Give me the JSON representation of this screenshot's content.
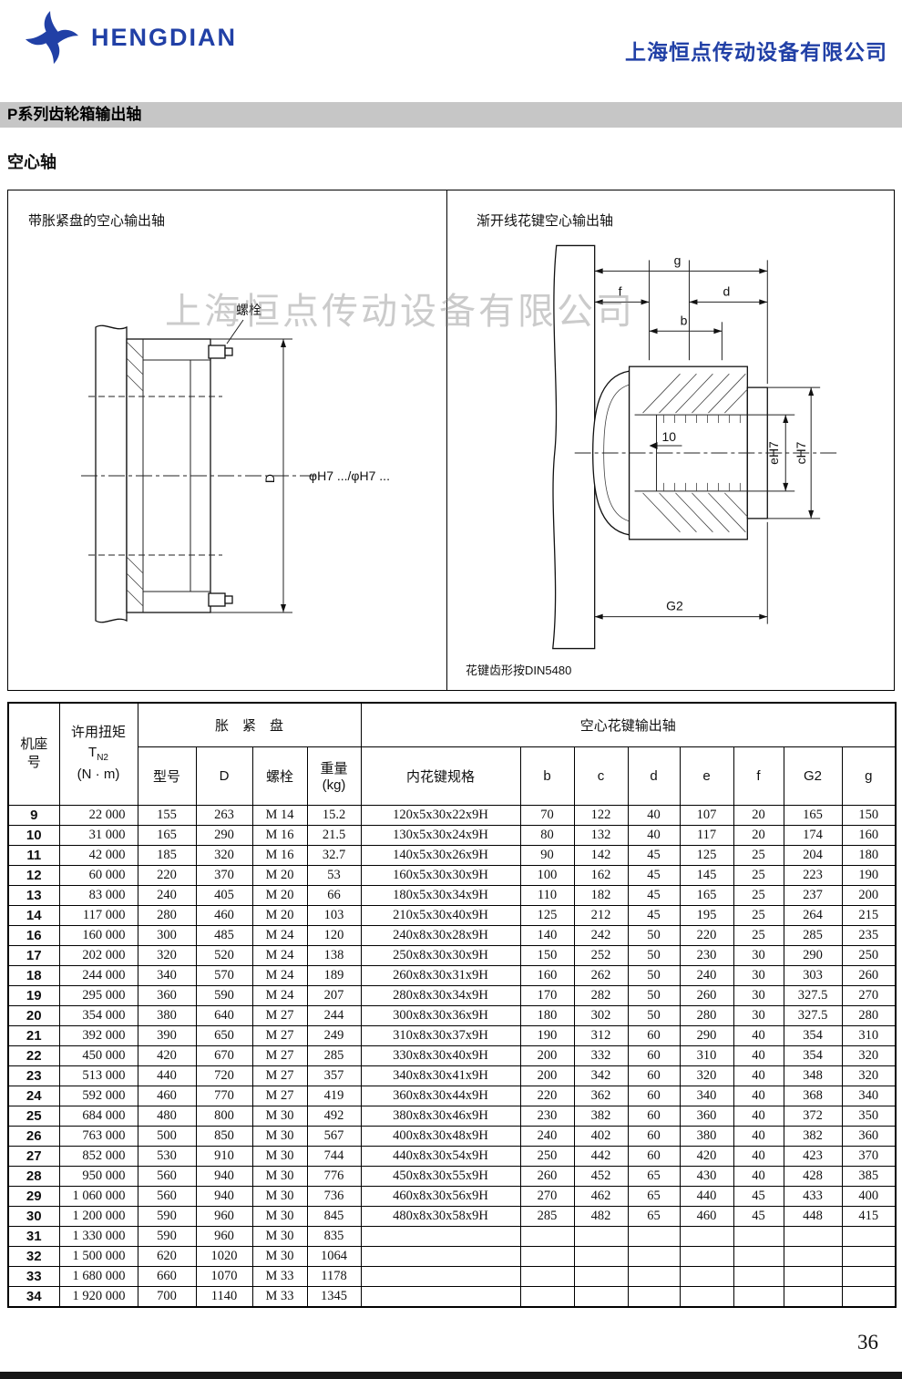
{
  "header": {
    "brand": "HENGDIAN",
    "company": "上海恒点传动设备有限公司"
  },
  "page": {
    "section_title": "P系列齿轮箱输出轴",
    "subtitle": "空心轴",
    "watermark": "上海恒点传动设备有限公司",
    "page_number": "36"
  },
  "drawings": {
    "left": {
      "title": "带胀紧盘的空心输出轴",
      "bolt_label": "螺栓",
      "dim_D": "D",
      "phi_label": "φH7 .../φH7 ..."
    },
    "right": {
      "title": "渐开线花键空心输出轴",
      "dim_g": "g",
      "dim_f": "f",
      "dim_d": "d",
      "dim_b": "b",
      "dim_10": "10",
      "dim_e": "eH7",
      "dim_c": "cH7",
      "dim_G2": "G2",
      "note": "花键齿形按DIN5480"
    }
  },
  "table": {
    "headers": {
      "frame": "机座号",
      "torque_title": "许用扭矩",
      "torque_symbol": "T",
      "torque_symbol_sub": "N2",
      "torque_unit": "(N · m)",
      "shrink_group": "胀　紧　盘",
      "model": "型号",
      "D": "D",
      "bolt": "螺栓",
      "weight": "重量",
      "weight_unit": "(kg)",
      "spline_group": "空心花键输出轴",
      "spline_spec": "内花键规格",
      "b": "b",
      "c": "c",
      "d": "d",
      "e": "e",
      "f": "f",
      "G2": "G2",
      "g": "g"
    },
    "rows": [
      [
        "9",
        "22 000",
        "155",
        "263",
        "M 14",
        "15.2",
        "120x5x30x22x9H",
        "70",
        "122",
        "40",
        "107",
        "20",
        "165",
        "150"
      ],
      [
        "10",
        "31 000",
        "165",
        "290",
        "M 16",
        "21.5",
        "130x5x30x24x9H",
        "80",
        "132",
        "40",
        "117",
        "20",
        "174",
        "160"
      ],
      [
        "11",
        "42 000",
        "185",
        "320",
        "M 16",
        "32.7",
        "140x5x30x26x9H",
        "90",
        "142",
        "45",
        "125",
        "25",
        "204",
        "180"
      ],
      [
        "12",
        "60 000",
        "220",
        "370",
        "M 20",
        "53",
        "160x5x30x30x9H",
        "100",
        "162",
        "45",
        "145",
        "25",
        "223",
        "190"
      ],
      [
        "13",
        "83 000",
        "240",
        "405",
        "M 20",
        "66",
        "180x5x30x34x9H",
        "110",
        "182",
        "45",
        "165",
        "25",
        "237",
        "200"
      ],
      [
        "14",
        "117 000",
        "280",
        "460",
        "M 20",
        "103",
        "210x5x30x40x9H",
        "125",
        "212",
        "45",
        "195",
        "25",
        "264",
        "215"
      ],
      [
        "16",
        "160 000",
        "300",
        "485",
        "M 24",
        "120",
        "240x8x30x28x9H",
        "140",
        "242",
        "50",
        "220",
        "25",
        "285",
        "235"
      ],
      [
        "17",
        "202 000",
        "320",
        "520",
        "M 24",
        "138",
        "250x8x30x30x9H",
        "150",
        "252",
        "50",
        "230",
        "30",
        "290",
        "250"
      ],
      [
        "18",
        "244 000",
        "340",
        "570",
        "M 24",
        "189",
        "260x8x30x31x9H",
        "160",
        "262",
        "50",
        "240",
        "30",
        "303",
        "260"
      ],
      [
        "19",
        "295 000",
        "360",
        "590",
        "M 24",
        "207",
        "280x8x30x34x9H",
        "170",
        "282",
        "50",
        "260",
        "30",
        "327.5",
        "270"
      ],
      [
        "20",
        "354 000",
        "380",
        "640",
        "M 27",
        "244",
        "300x8x30x36x9H",
        "180",
        "302",
        "50",
        "280",
        "30",
        "327.5",
        "280"
      ],
      [
        "21",
        "392 000",
        "390",
        "650",
        "M 27",
        "249",
        "310x8x30x37x9H",
        "190",
        "312",
        "60",
        "290",
        "40",
        "354",
        "310"
      ],
      [
        "22",
        "450 000",
        "420",
        "670",
        "M 27",
        "285",
        "330x8x30x40x9H",
        "200",
        "332",
        "60",
        "310",
        "40",
        "354",
        "320"
      ],
      [
        "23",
        "513 000",
        "440",
        "720",
        "M 27",
        "357",
        "340x8x30x41x9H",
        "200",
        "342",
        "60",
        "320",
        "40",
        "348",
        "320"
      ],
      [
        "24",
        "592 000",
        "460",
        "770",
        "M 27",
        "419",
        "360x8x30x44x9H",
        "220",
        "362",
        "60",
        "340",
        "40",
        "368",
        "340"
      ],
      [
        "25",
        "684 000",
        "480",
        "800",
        "M 30",
        "492",
        "380x8x30x46x9H",
        "230",
        "382",
        "60",
        "360",
        "40",
        "372",
        "350"
      ],
      [
        "26",
        "763 000",
        "500",
        "850",
        "M 30",
        "567",
        "400x8x30x48x9H",
        "240",
        "402",
        "60",
        "380",
        "40",
        "382",
        "360"
      ],
      [
        "27",
        "852 000",
        "530",
        "910",
        "M 30",
        "744",
        "440x8x30x54x9H",
        "250",
        "442",
        "60",
        "420",
        "40",
        "423",
        "370"
      ],
      [
        "28",
        "950 000",
        "560",
        "940",
        "M 30",
        "776",
        "450x8x30x55x9H",
        "260",
        "452",
        "65",
        "430",
        "40",
        "428",
        "385"
      ],
      [
        "29",
        "1 060 000",
        "560",
        "940",
        "M 30",
        "736",
        "460x8x30x56x9H",
        "270",
        "462",
        "65",
        "440",
        "45",
        "433",
        "400"
      ],
      [
        "30",
        "1 200 000",
        "590",
        "960",
        "M 30",
        "845",
        "480x8x30x58x9H",
        "285",
        "482",
        "65",
        "460",
        "45",
        "448",
        "415"
      ],
      [
        "31",
        "1 330 000",
        "590",
        "960",
        "M 30",
        "835",
        "",
        "",
        "",
        "",
        "",
        "",
        "",
        ""
      ],
      [
        "32",
        "1 500 000",
        "620",
        "1020",
        "M 30",
        "1064",
        "",
        "",
        "",
        "",
        "",
        "",
        "",
        ""
      ],
      [
        "33",
        "1 680 000",
        "660",
        "1070",
        "M 33",
        "1178",
        "",
        "",
        "",
        "",
        "",
        "",
        "",
        ""
      ],
      [
        "34",
        "1 920 000",
        "700",
        "1140",
        "M 33",
        "1345",
        "",
        "",
        "",
        "",
        "",
        "",
        "",
        ""
      ]
    ]
  }
}
